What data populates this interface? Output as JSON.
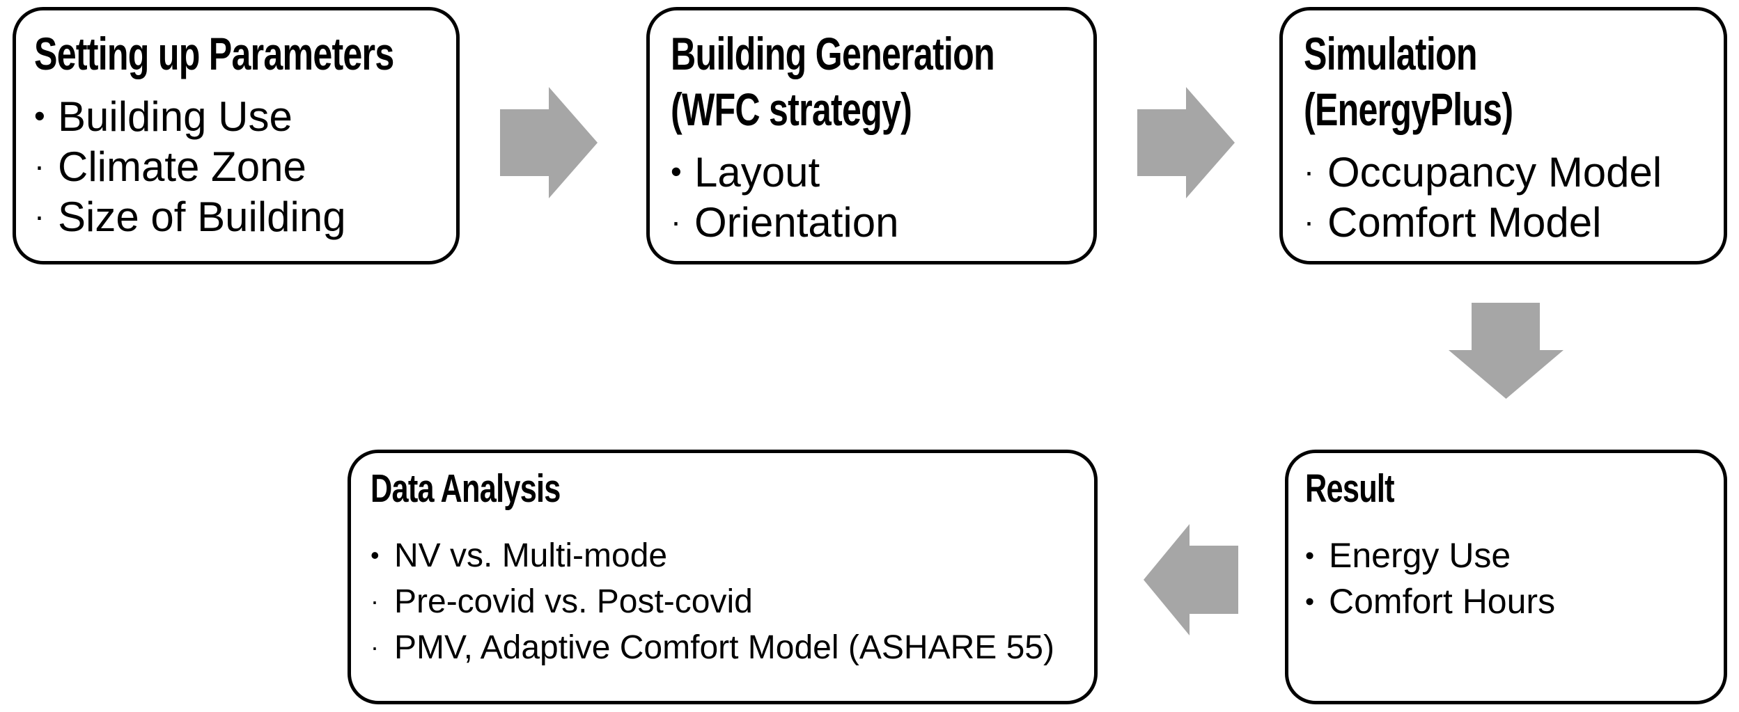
{
  "figure": {
    "type": "flowchart",
    "background": "#ffffff"
  },
  "colors": {
    "arrow": "#a6a6a6",
    "box_border": "#000000",
    "box_fill": "#ffffff",
    "text": "#000000"
  },
  "boxes": [
    {
      "id": "setting-up-parameters",
      "title_lines": [
        "Setting up Parameters"
      ],
      "items": [
        {
          "bullet": "•",
          "text": "Building Use"
        },
        {
          "bullet": "·",
          "text": "Climate Zone"
        },
        {
          "bullet": "·",
          "text": "Size of Building"
        }
      ]
    },
    {
      "id": "building-generation",
      "title_lines": [
        "Building Generation",
        "(WFC strategy)"
      ],
      "items": [
        {
          "bullet": "•",
          "text": "Layout"
        },
        {
          "bullet": "·",
          "text": "Orientation"
        }
      ]
    },
    {
      "id": "simulation",
      "title_lines": [
        "Simulation",
        "(EnergyPlus)"
      ],
      "items": [
        {
          "bullet": "·",
          "text": "Occupancy Model"
        },
        {
          "bullet": "·",
          "text": "Comfort Model"
        }
      ]
    },
    {
      "id": "result",
      "title_lines": [
        "Result"
      ],
      "items": [
        {
          "bullet": "•",
          "text": "Energy Use"
        },
        {
          "bullet": "•",
          "text": "Comfort Hours"
        }
      ]
    },
    {
      "id": "data-analysis",
      "title_lines": [
        "Data Analysis"
      ],
      "items": [
        {
          "bullet": "•",
          "text": "NV vs. Multi-mode"
        },
        {
          "bullet": "·",
          "text": "Pre-covid vs. Post-covid"
        },
        {
          "bullet": "·",
          "text": "PMV, Adaptive Comfort Model (ASHARE 55)"
        }
      ]
    }
  ],
  "arrows": [
    {
      "id": "params-to-generation",
      "direction": "right"
    },
    {
      "id": "generation-to-simulation",
      "direction": "right"
    },
    {
      "id": "simulation-to-result",
      "direction": "down"
    },
    {
      "id": "result-to-data-analysis",
      "direction": "left"
    }
  ]
}
